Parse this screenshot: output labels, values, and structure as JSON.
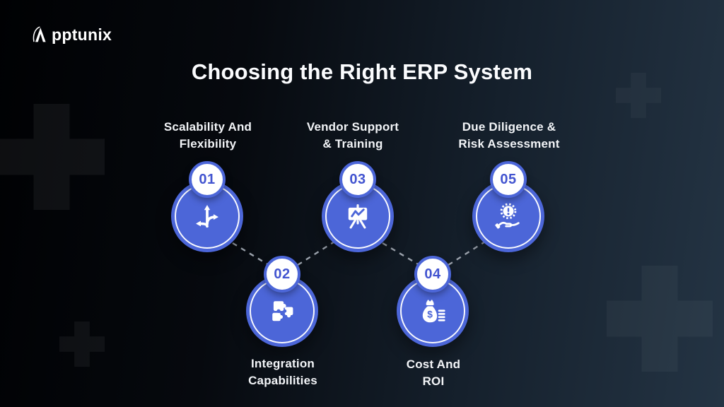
{
  "brand": {
    "name": "Apptunix",
    "wordmark_rest": "pptunix"
  },
  "title": "Choosing the Right ERP System",
  "colors": {
    "accent_blue": "#4c66d8",
    "number_text": "#4254d0",
    "connector_gray": "#9aa1ab",
    "background_left": "#000103",
    "background_right": "#243444",
    "text_white": "#f3f5f8"
  },
  "steps": [
    {
      "number": "01",
      "icon": "branching-arrows-icon",
      "position": "top",
      "lines": [
        "Scalability And",
        "Flexibility"
      ]
    },
    {
      "number": "02",
      "icon": "puzzle-pieces-icon",
      "position": "bottom",
      "lines": [
        "Integration",
        "Capabilities"
      ]
    },
    {
      "number": "03",
      "icon": "presentation-chart-icon",
      "position": "top",
      "lines": [
        "Vendor Support",
        "& Training"
      ]
    },
    {
      "number": "04",
      "icon": "money-bag-icon",
      "position": "bottom",
      "lines": [
        "Cost And",
        "ROI"
      ]
    },
    {
      "number": "05",
      "icon": "risk-alert-hand-icon",
      "position": "top",
      "lines": [
        "Due Diligence &",
        "Risk Assessment"
      ]
    }
  ]
}
